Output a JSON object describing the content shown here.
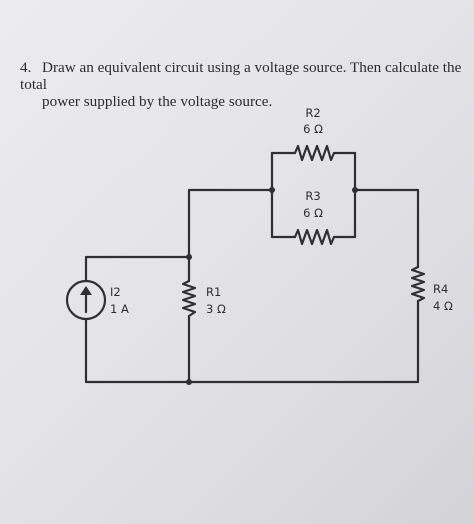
{
  "question": {
    "number": "4.",
    "line1": "Draw an equivalent circuit using a voltage source. Then calculate the total",
    "line2": "power supplied by the voltage source."
  },
  "components": {
    "i2": {
      "name": "I2",
      "value": "1 A"
    },
    "r1": {
      "name": "R1",
      "value": "3 Ω"
    },
    "r2": {
      "name": "R2",
      "value": "6 Ω"
    },
    "r3": {
      "name": "R3",
      "value": "6 Ω"
    },
    "r4": {
      "name": "R4",
      "value": "4 Ω"
    }
  },
  "colors": {
    "ink": "#303034"
  }
}
